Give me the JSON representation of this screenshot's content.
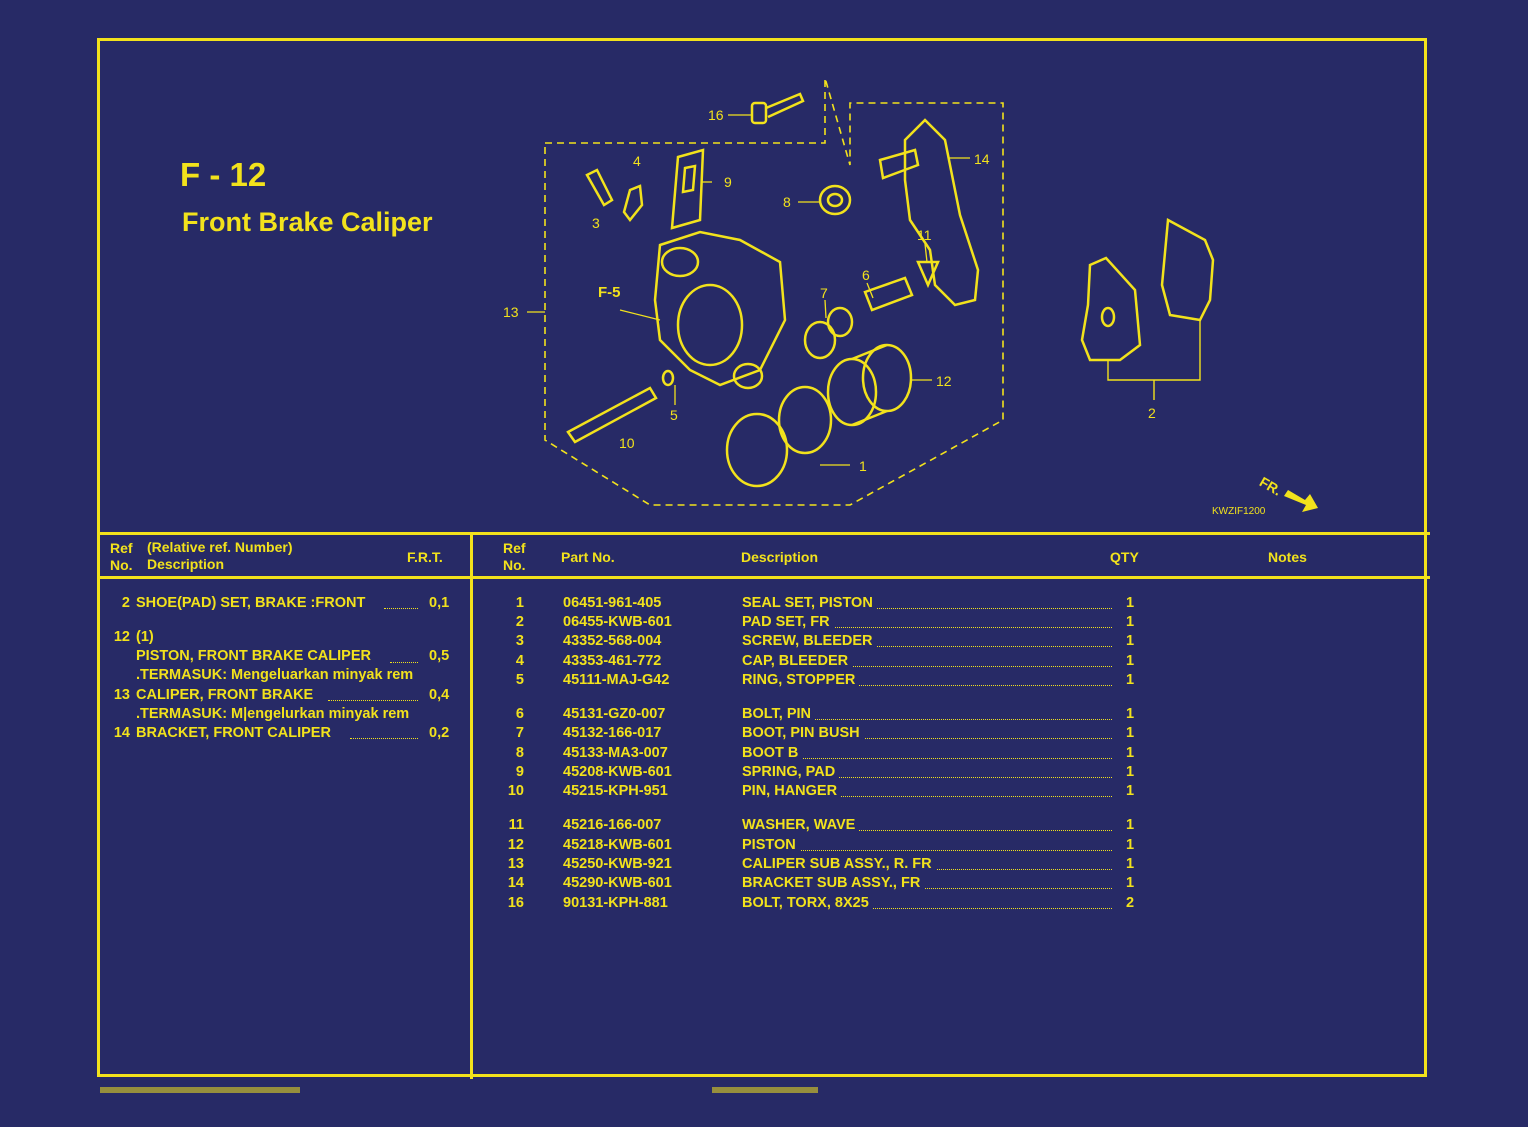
{
  "header": {
    "code": "F - 12",
    "title": "Front Brake Caliper"
  },
  "diagram": {
    "drawing_id": "KWZIF1200",
    "fr_label": "FR.",
    "ref_f5": "F-5",
    "callouts": [
      "16",
      "4",
      "9",
      "8",
      "14",
      "3",
      "11",
      "6",
      "7",
      "13",
      "5",
      "12",
      "10",
      "1",
      "2"
    ]
  },
  "left_table": {
    "headers": {
      "ref_line1": "Ref",
      "ref_line2": "No.",
      "desc_line1": "(Relative ref. Number)",
      "desc_line2": "Description",
      "frt": "F.R.T."
    },
    "rows": [
      {
        "ref": "2",
        "desc": "SHOE(PAD) SET, BRAKE :FRONT",
        "frt": "0,1"
      },
      {
        "ref": "12",
        "desc": "(1)",
        "frt": ""
      },
      {
        "ref": "",
        "desc": "PISTON, FRONT BRAKE CALIPER",
        "frt": "0,5"
      },
      {
        "ref": "",
        "desc": ".TERMASUK: Mengeluarkan minyak rem",
        "frt": ""
      },
      {
        "ref": "13",
        "desc": "CALIPER, FRONT BRAKE",
        "frt": "0,4"
      },
      {
        "ref": "",
        "desc": ".TERMASUK: M|engelurkan minyak rem",
        "frt": ""
      },
      {
        "ref": "14",
        "desc": "BRACKET, FRONT CALIPER",
        "frt": "0,2"
      }
    ]
  },
  "parts_table": {
    "headers": {
      "ref_line1": "Ref",
      "ref_line2": "No.",
      "part_no": "Part No.",
      "description": "Description",
      "qty": "QTY",
      "notes": "Notes"
    },
    "rows": [
      {
        "ref": "1",
        "part": "06451-961-405",
        "desc": "SEAL SET, PISTON",
        "qty": "1"
      },
      {
        "ref": "2",
        "part": "06455-KWB-601",
        "desc": "PAD SET, FR",
        "qty": "1"
      },
      {
        "ref": "3",
        "part": "43352-568-004",
        "desc": "SCREW, BLEEDER",
        "qty": "1"
      },
      {
        "ref": "4",
        "part": "43353-461-772",
        "desc": "CAP, BLEEDER",
        "qty": "1"
      },
      {
        "ref": "5",
        "part": "45111-MAJ-G42",
        "desc": "RING, STOPPER",
        "qty": "1"
      },
      {
        "ref": "6",
        "part": "45131-GZ0-007",
        "desc": "BOLT, PIN",
        "qty": "1"
      },
      {
        "ref": "7",
        "part": "45132-166-017",
        "desc": "BOOT, PIN BUSH",
        "qty": "1"
      },
      {
        "ref": "8",
        "part": "45133-MA3-007",
        "desc": "BOOT B",
        "qty": "1"
      },
      {
        "ref": "9",
        "part": "45208-KWB-601",
        "desc": "SPRING, PAD",
        "qty": "1"
      },
      {
        "ref": "10",
        "part": "45215-KPH-951",
        "desc": "PIN, HANGER",
        "qty": "1"
      },
      {
        "ref": "11",
        "part": "45216-166-007",
        "desc": "WASHER, WAVE",
        "qty": "1"
      },
      {
        "ref": "12",
        "part": "45218-KWB-601",
        "desc": "PISTON",
        "qty": "1"
      },
      {
        "ref": "13",
        "part": "45250-KWB-921",
        "desc": "CALIPER SUB ASSY., R. FR",
        "qty": "1"
      },
      {
        "ref": "14",
        "part": "45290-KWB-601",
        "desc": "BRACKET SUB ASSY., FR",
        "qty": "1"
      },
      {
        "ref": "16",
        "part": "90131-KPH-881",
        "desc": "BOLT, TORX, 8X25",
        "qty": "2"
      }
    ]
  },
  "colors": {
    "background": "#272a66",
    "line_art": "#f2e21c"
  }
}
